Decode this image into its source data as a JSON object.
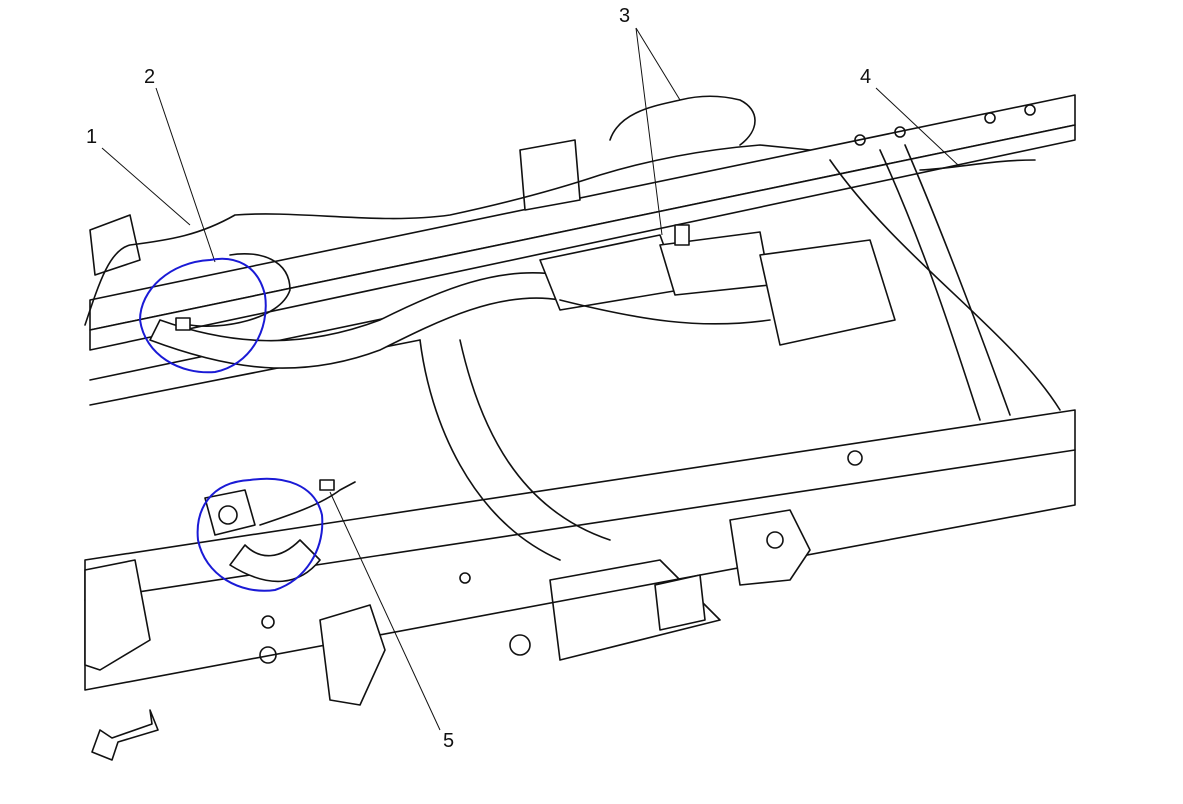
{
  "callouts": [
    {
      "id": "1",
      "text": "1"
    },
    {
      "id": "2",
      "text": "2"
    },
    {
      "id": "3",
      "text": "3"
    },
    {
      "id": "4",
      "text": "4"
    },
    {
      "id": "5",
      "text": "5"
    }
  ],
  "colors": {
    "highlight": "#1a1ad6",
    "line": "#111111"
  }
}
